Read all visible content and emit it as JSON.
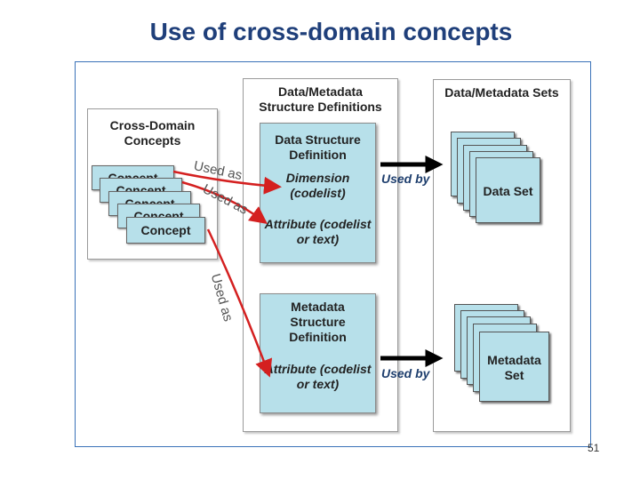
{
  "slide": {
    "title": "Use of cross-domain concepts",
    "page_number": "51"
  },
  "cross_domain": {
    "title": "Cross-Domain Concepts",
    "cards": [
      "Concept",
      "Concept",
      "Concept",
      "Concept",
      "Concept"
    ]
  },
  "structure_definitions": {
    "title": "Data/Metadata Structure Definitions",
    "dsd": {
      "title": "Data Structure Definition",
      "dimension": "Dimension (codelist)",
      "attribute": "Attribute (codelist or text)"
    },
    "msd": {
      "title": "Metadata Structure Definition",
      "attribute": "Attribute (codelist or text)"
    }
  },
  "sets": {
    "title": "Data/Metadata Sets",
    "data_set": "Data Set",
    "metadata_set": "Metadata Set"
  },
  "arrows": {
    "used_as": "Used as",
    "used_by": "Used by"
  },
  "colors": {
    "title": "#1f3f7a",
    "box_fill": "#b7e0ea",
    "arrow_red": "#d42020",
    "frame_border": "#3a72b8"
  }
}
